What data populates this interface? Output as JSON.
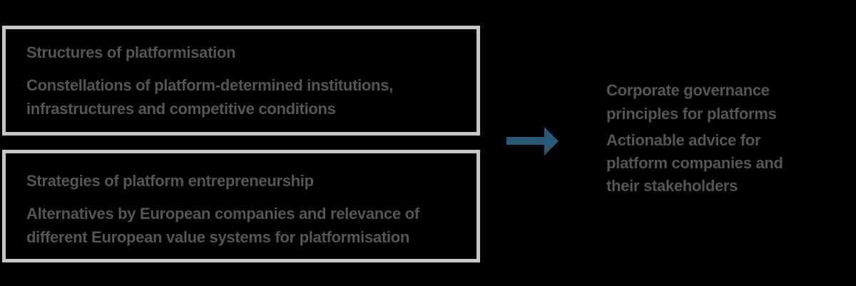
{
  "colors": {
    "background": "#000000",
    "box_border": "#C7C7C7",
    "text": "#555555",
    "arrow": "#28597A"
  },
  "diagram": {
    "boxes": [
      {
        "title": "Structures of platformisation",
        "description": "Constellations of platform-determined institutions, infrastructures and competitive conditions"
      },
      {
        "title": "Strategies of platform entrepreneurship",
        "description": "Alternatives by European companies and relevance of different European value systems for platformisation"
      }
    ],
    "arrow_icon": "right-arrow",
    "outcome": {
      "title": "Corporate governance principles for platforms",
      "description": "Actionable advice for platform companies and their stakeholders"
    }
  }
}
